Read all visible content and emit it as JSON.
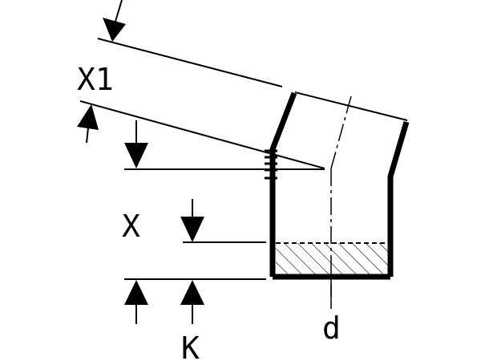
{
  "labels": {
    "x1": "X1",
    "x": "X",
    "k": "K",
    "d": "d"
  },
  "colors": {
    "line": "#000000",
    "background": "#ffffff"
  }
}
